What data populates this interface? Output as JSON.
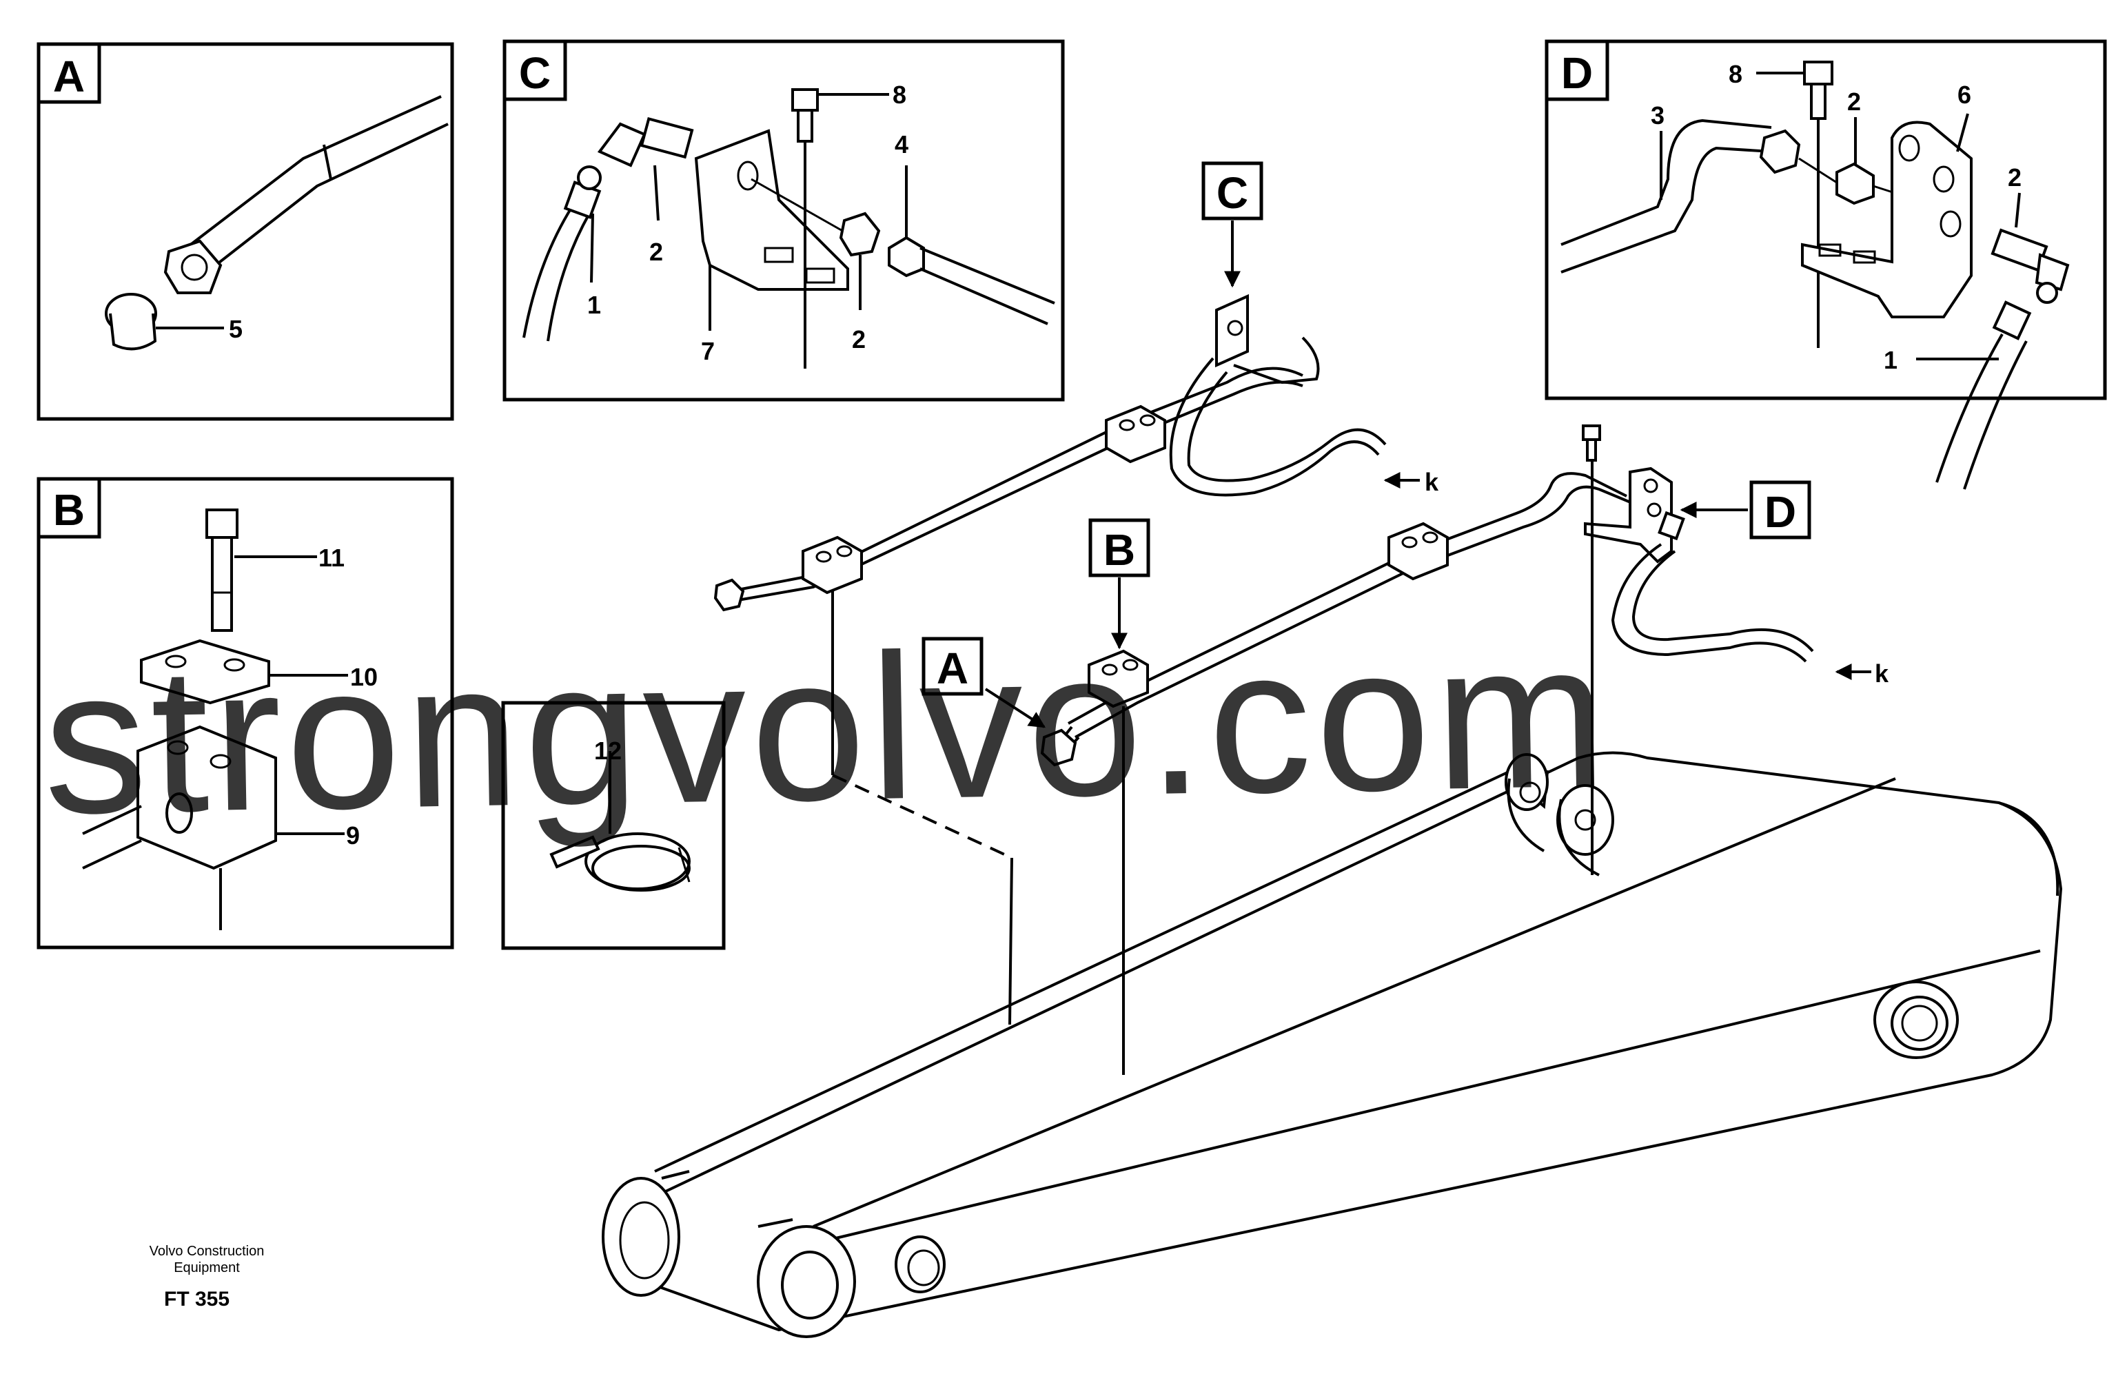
{
  "detail_boxes": {
    "A": {
      "letter": "A",
      "labels": [
        "5"
      ]
    },
    "B": {
      "letter": "B",
      "labels": [
        "11",
        "10",
        "9"
      ]
    },
    "C": {
      "letter": "C",
      "labels": [
        "8",
        "4",
        "2",
        "1",
        "7",
        "2"
      ]
    },
    "D": {
      "letter": "D",
      "labels": [
        "8",
        "2",
        "6",
        "3",
        "2",
        "1"
      ]
    },
    "E": {
      "labels": [
        "12"
      ]
    }
  },
  "main_callouts": {
    "C": "C",
    "B": "B",
    "A": "A",
    "D": "D",
    "k_top": "k",
    "k_right": "k"
  },
  "caption": {
    "company": "Volvo Construction",
    "division": "Equipment",
    "figure": "FT 355"
  },
  "watermark": "strongvolvo.com"
}
